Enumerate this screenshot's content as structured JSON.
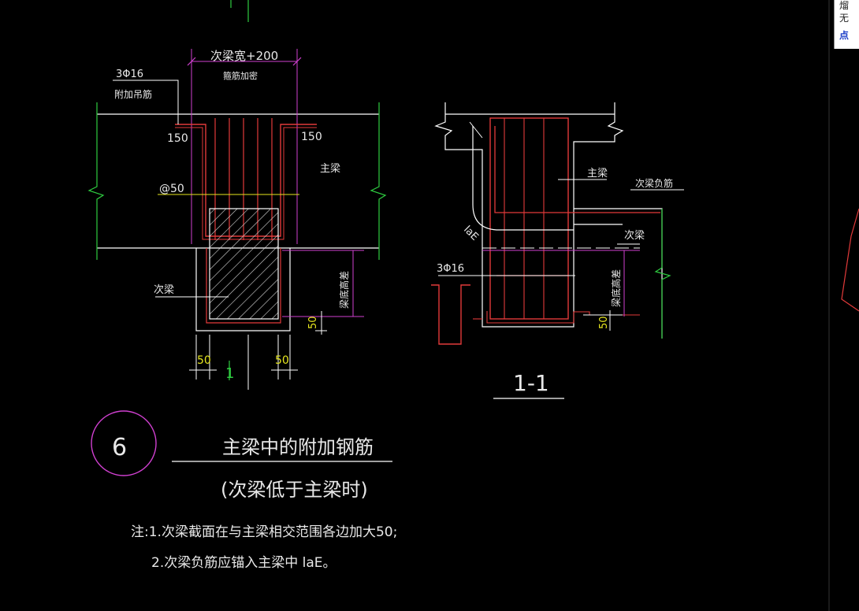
{
  "colors": {
    "background": "#000000",
    "beam_outline": "#ffffff",
    "rebar": "#e23a3a",
    "dimension": "#d040d0",
    "break_line": "#2ecc40",
    "label": "#e8e8e8",
    "hatch": "#d8d8d8",
    "dim_text": "#e6e61e"
  },
  "plan_view": {
    "width_dim": "次梁宽+200",
    "dense_stirrup": "箍筋加密",
    "hanger_bar": "3Φ16",
    "hanger_label": "附加吊筋",
    "left_150": "150",
    "right_150": "150",
    "main_beam": "主梁",
    "spacing": "@50",
    "secondary_beam": "次梁",
    "height_diff": "梁底高差",
    "dim_50_vertical": "50",
    "dim_50_left": "50",
    "dim_50_right": "50",
    "section_mark": "1"
  },
  "section_view": {
    "main_beam": "主梁",
    "neg_rebar": "次梁负筋",
    "secondary_beam": "次梁",
    "lae": "laE",
    "hanger_bar": "3Φ16",
    "height_diff": "梁底高差",
    "dim_50": "50",
    "title": "1-1"
  },
  "detail": {
    "number": "6",
    "title": "主梁中的附加钢筋",
    "subtitle": "(次梁低于主梁时)"
  },
  "notes": {
    "line1": "注:1.次梁截面在与主梁相交范围各边加大50;",
    "line2": "2.次梁负筋应锚入主梁中 laE。"
  },
  "side_panel": {
    "line1": "熘",
    "line2": "无",
    "line3": "点"
  }
}
